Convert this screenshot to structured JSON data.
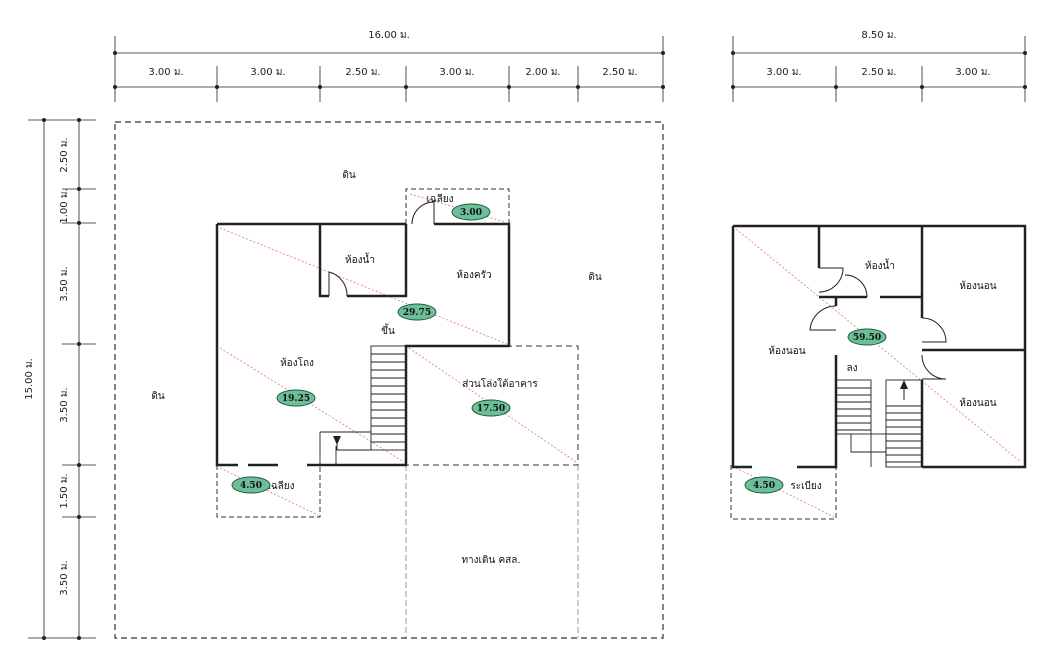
{
  "dimensions": {
    "left_top_total": "16.00 ม.",
    "left_top_segments": [
      "3.00 ม.",
      "3.00 ม.",
      "2.50 ม.",
      "3.00 ม.",
      "2.00 ม.",
      "2.50 ม."
    ],
    "right_top_total": "8.50 ม.",
    "right_top_segments": [
      "3.00 ม.",
      "2.50 ม.",
      "3.00 ม."
    ],
    "left_side_total": "15.00 ม.",
    "left_side_segments": [
      "2.50 ม.",
      "1.00 ม.",
      "3.50 ม.",
      "3.50 ม.",
      "1.50 ม.",
      "3.50 ม."
    ]
  },
  "ground_floor": {
    "land_top": "ดิน",
    "land_left": "ดิน",
    "land_right": "ดิน",
    "porch_back": "เฉลียง",
    "porch_back_area": "3.00",
    "bathroom": "ห้องน้ำ",
    "kitchen": "ห้องครัว",
    "kitchen_area": "29.75",
    "stair_up": "ขึ้น",
    "hall": "ห้องโถง",
    "hall_area": "19.25",
    "undercroft": "ส่วนโล่งใต้อาคาร",
    "undercroft_area": "17.50",
    "porch_front": "เฉลียง",
    "porch_front_area": "4.50",
    "walkway": "ทางเดิน คสล."
  },
  "upper_floor": {
    "bathroom": "ห้องน้ำ",
    "bedroom_left": "ห้องนอน",
    "bedroom_top_right": "ห้องนอน",
    "bedroom_bottom_right": "ห้องนอน",
    "living_area": "59.50",
    "stair_down": "ลง",
    "balcony": "ระเบียง",
    "balcony_area": "4.50"
  },
  "colors": {
    "wall": "#222222",
    "dash": "#333333",
    "area_badge": "#6dbf9a",
    "area_badge_stroke": "#1e5a3e",
    "diagonal": "#e07a6a"
  }
}
